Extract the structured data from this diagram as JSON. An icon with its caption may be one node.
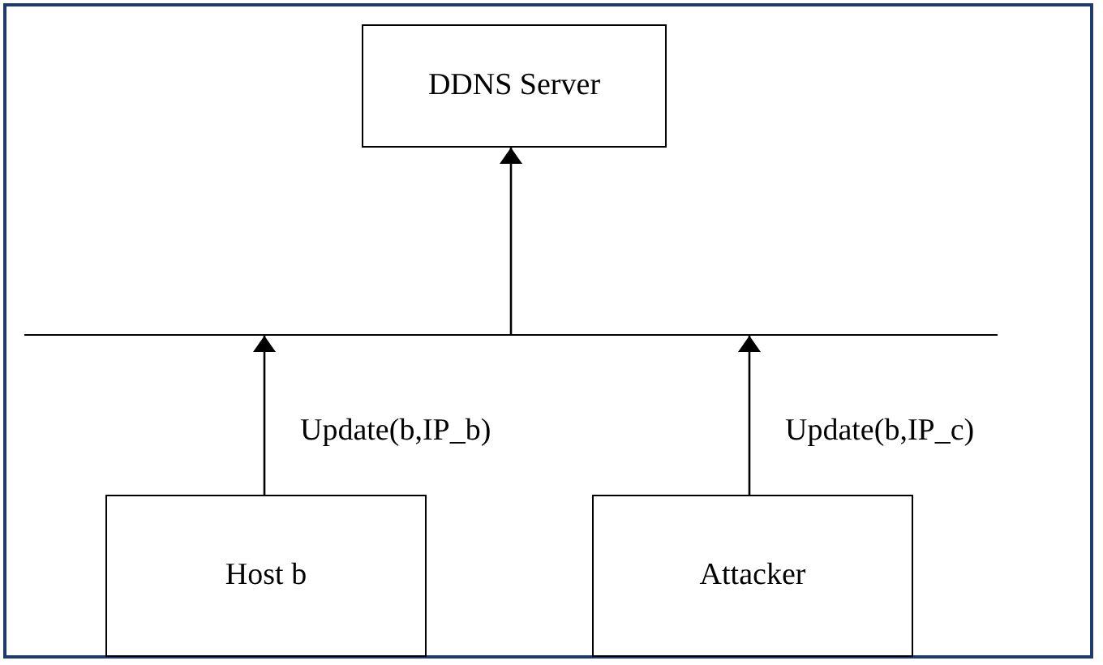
{
  "diagram": {
    "nodes": [
      {
        "text": [
          "DDNS Server"
        ]
      },
      {
        "text": [],
        "shape": "bar"
      },
      {
        "text": [
          "Host b"
        ]
      },
      {
        "text": [
          "Attacker"
        ]
      }
    ],
    "edges": [
      {
        "from": 1,
        "to": 0,
        "arrow": "to"
      },
      {
        "from": 2,
        "to": 1,
        "arrow": "to",
        "label": "Update(b,IP_b)"
      },
      {
        "from": 3,
        "to": 1,
        "arrow": "to",
        "label": "Update(b,IP_c)"
      }
    ]
  }
}
